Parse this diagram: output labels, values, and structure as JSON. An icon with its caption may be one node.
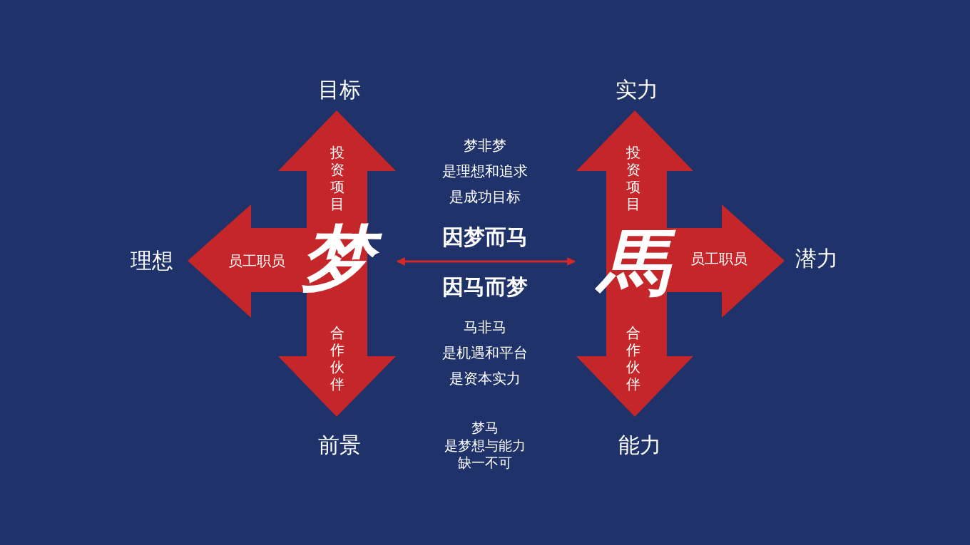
{
  "diagram": {
    "nodes": [
      {
        "text": [
          "投资项目",
          "员工职员",
          "梦",
          "合作伙伴"
        ],
        "beside": [
          "目标",
          "理想",
          "前景"
        ]
      },
      {
        "text": [
          "投资项目",
          "馬",
          "员工职员",
          "合作伙伴"
        ],
        "beside": [
          "实力",
          "潜力",
          "能力"
        ]
      }
    ],
    "edges": [
      {
        "from": 0,
        "to": 1,
        "arrow": "both"
      }
    ],
    "labels": [
      "梦非梦",
      "是理想和追求",
      "是成功目标",
      "因梦而马",
      "因马而梦",
      "马非马",
      "是机遇和平台",
      "是资本实力",
      "梦马",
      "是梦想与能力",
      "缺一不可"
    ]
  }
}
